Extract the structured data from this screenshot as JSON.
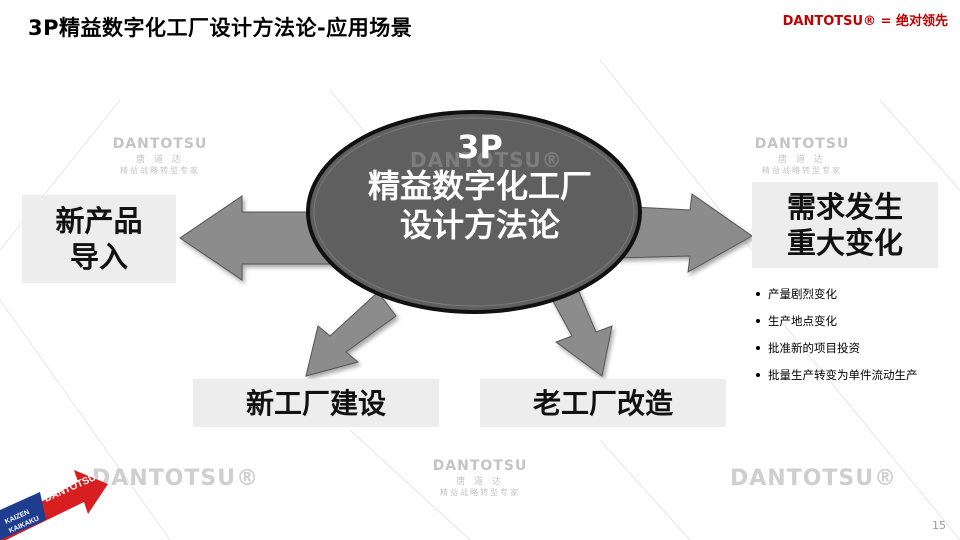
{
  "slide": {
    "title": "3P精益数字化工厂设计方法论-应用场景",
    "brand_tag": "DANTOTSU® = 绝对领先",
    "page_number": "15"
  },
  "center": {
    "line1": "3P",
    "line2": "精益数字化工厂",
    "line3": "设计方法论",
    "watermark": "DANTOTSU®"
  },
  "scenarios": {
    "left": {
      "line1": "新产品",
      "line2": "导入"
    },
    "right": {
      "line1": "需求发生",
      "line2": "重大变化"
    },
    "bottom1": "新工厂建设",
    "bottom2": "老工厂改造"
  },
  "bullets": [
    "产量剧烈变化",
    "生产地点变化",
    "批准新的项目投资",
    "批量生产转变为单件流动生产"
  ],
  "watermarks": {
    "wordmark": "DANTOTSU®",
    "logo_name": "DANTOTSU",
    "logo_sub": "唐 道 达",
    "logo_tagline": "精益战略转型专家"
  },
  "logo": {
    "arrow_text": "DANTOTSU",
    "kaizen": "KAIZEN",
    "kaikaku": "KAIKAKU"
  },
  "colors": {
    "ellipse_fill": "#5f5f5f",
    "arrow_fill": "#8c8c8c",
    "box_fill": "#ededed",
    "brand_red": "#c00000"
  }
}
